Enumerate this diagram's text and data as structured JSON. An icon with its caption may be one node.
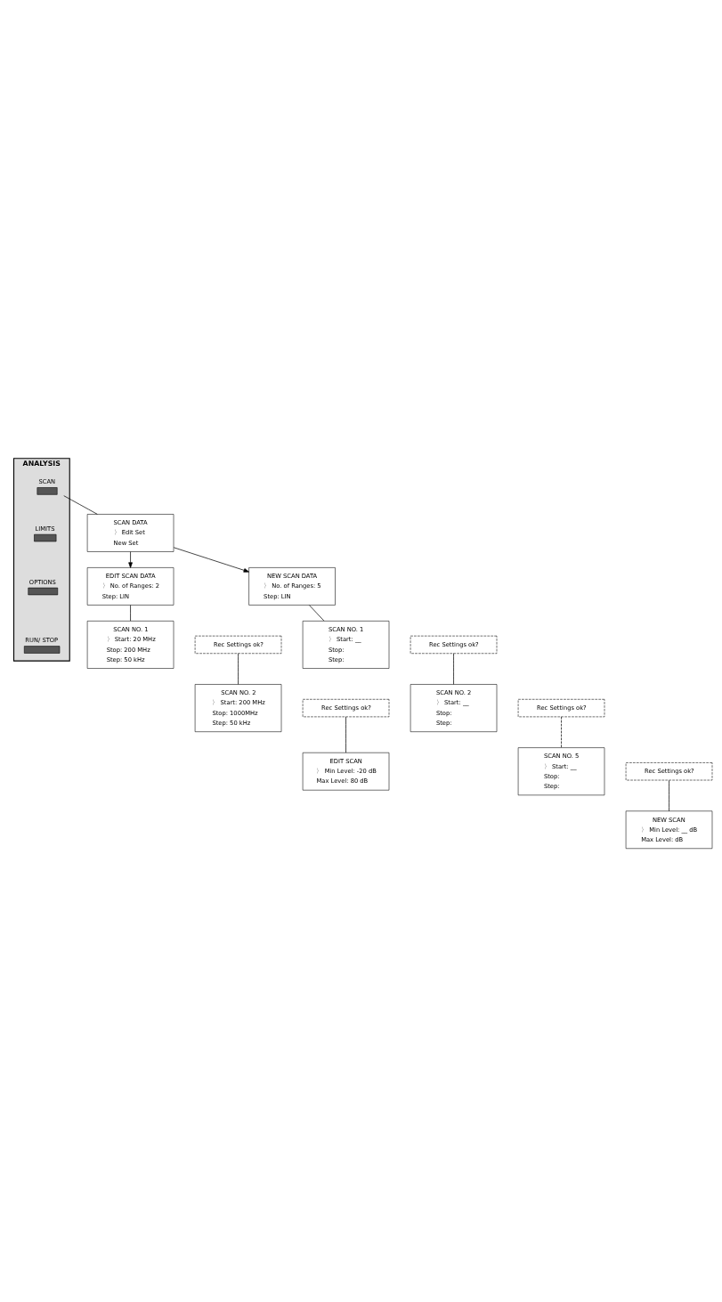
{
  "diagram": {
    "nodes": [
      {
        "text": [
          "ANALYSIS"
        ]
      },
      {
        "text": [
          "SCAN"
        ],
        "in": 0
      },
      {
        "text": [
          "LIMITS"
        ],
        "in": 0
      },
      {
        "text": [
          "OPTIONS"
        ],
        "in": 0
      },
      {
        "text": [
          "RUN/ STOP"
        ],
        "in": 0
      },
      {
        "text": [
          "SCAN DATA",
          "〉 Edit Set",
          "New Set"
        ]
      },
      {
        "text": [
          "EDIT SCAN DATA",
          "〉 No. of Ranges: 2",
          "Step: LIN"
        ]
      },
      {
        "text": [
          "SCAN NO. 1",
          "〉 Start: 20 MHz",
          "Stop: 200 MHz",
          "Step: 50 kHz"
        ]
      },
      {
        "text": [
          "Rec Settings ok?"
        ]
      },
      {
        "text": [
          "SCAN NO. 2",
          "〉 Start: 200 MHz",
          "Stop: 1000MHz",
          "Step: 50 kHz"
        ]
      },
      {
        "text": [
          "Rec Settings ok?"
        ]
      },
      {
        "text": [
          "EDIT SCAN",
          "〉 Min Level: -20 dB",
          "Max Level: 80 dB"
        ]
      },
      {
        "text": [
          "NEW SCAN DATA",
          "〉 No. of Ranges: 5",
          "Step: LIN"
        ]
      },
      {
        "text": [
          "SCAN NO. 1",
          "〉 Start: __",
          "Stop:",
          "Step:"
        ]
      },
      {
        "text": [
          "Rec Settings ok?"
        ]
      },
      {
        "text": [
          "SCAN NO. 2",
          "〉 Start: __",
          "Stop:",
          "Step:"
        ]
      },
      {
        "text": [
          "Rec Settings ok?"
        ]
      },
      {
        "text": [
          "SCAN NO. 5",
          "〉 Start: __",
          "Stop:",
          "Step:"
        ]
      },
      {
        "text": [
          "Rec Settings ok?"
        ]
      },
      {
        "text": [
          "NEW SCAN",
          "〉 Min Level: __ dB",
          "Max Level: dB"
        ]
      }
    ],
    "edges": [
      {
        "from": 1,
        "to": 5,
        "arrow": "none"
      },
      {
        "from": 5,
        "to": 6,
        "arrow": "to"
      },
      {
        "from": 5,
        "to": 12,
        "arrow": "to"
      },
      {
        "from": 6,
        "to": 7,
        "arrow": "none"
      },
      {
        "from": 8,
        "to": 9,
        "arrow": "none"
      },
      {
        "from": 10,
        "to": 11,
        "arrow": "none"
      },
      {
        "from": 12,
        "to": 13,
        "arrow": "none"
      },
      {
        "from": 14,
        "to": 15,
        "arrow": "none"
      },
      {
        "from": 16,
        "to": 17,
        "arrow": "none",
        "style": "dashed"
      },
      {
        "from": 18,
        "to": 19,
        "arrow": "none"
      }
    ]
  }
}
